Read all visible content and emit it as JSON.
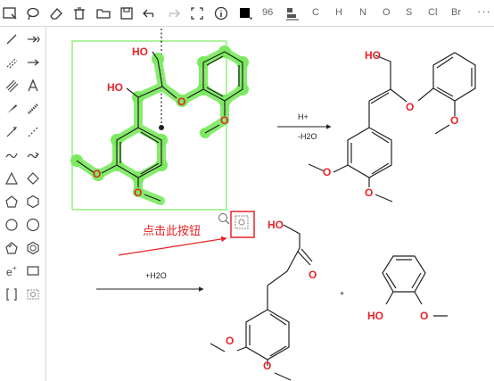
{
  "toolbar": {
    "zoom_value": "96",
    "elements": [
      "C",
      "H",
      "N",
      "O",
      "S",
      "Cl",
      "Br"
    ]
  },
  "reactions": {
    "arrow1_above": "H+",
    "arrow1_below": "-H2O",
    "arrow2_above": "+H2O",
    "plus_sign": "+"
  },
  "atoms": {
    "oh": "HO",
    "o": "O"
  },
  "annotation": {
    "text": "点击此按钮",
    "color": "#e8242a"
  },
  "colors": {
    "selection_green": "#7bea5f",
    "atom_red": "#e8242a"
  }
}
